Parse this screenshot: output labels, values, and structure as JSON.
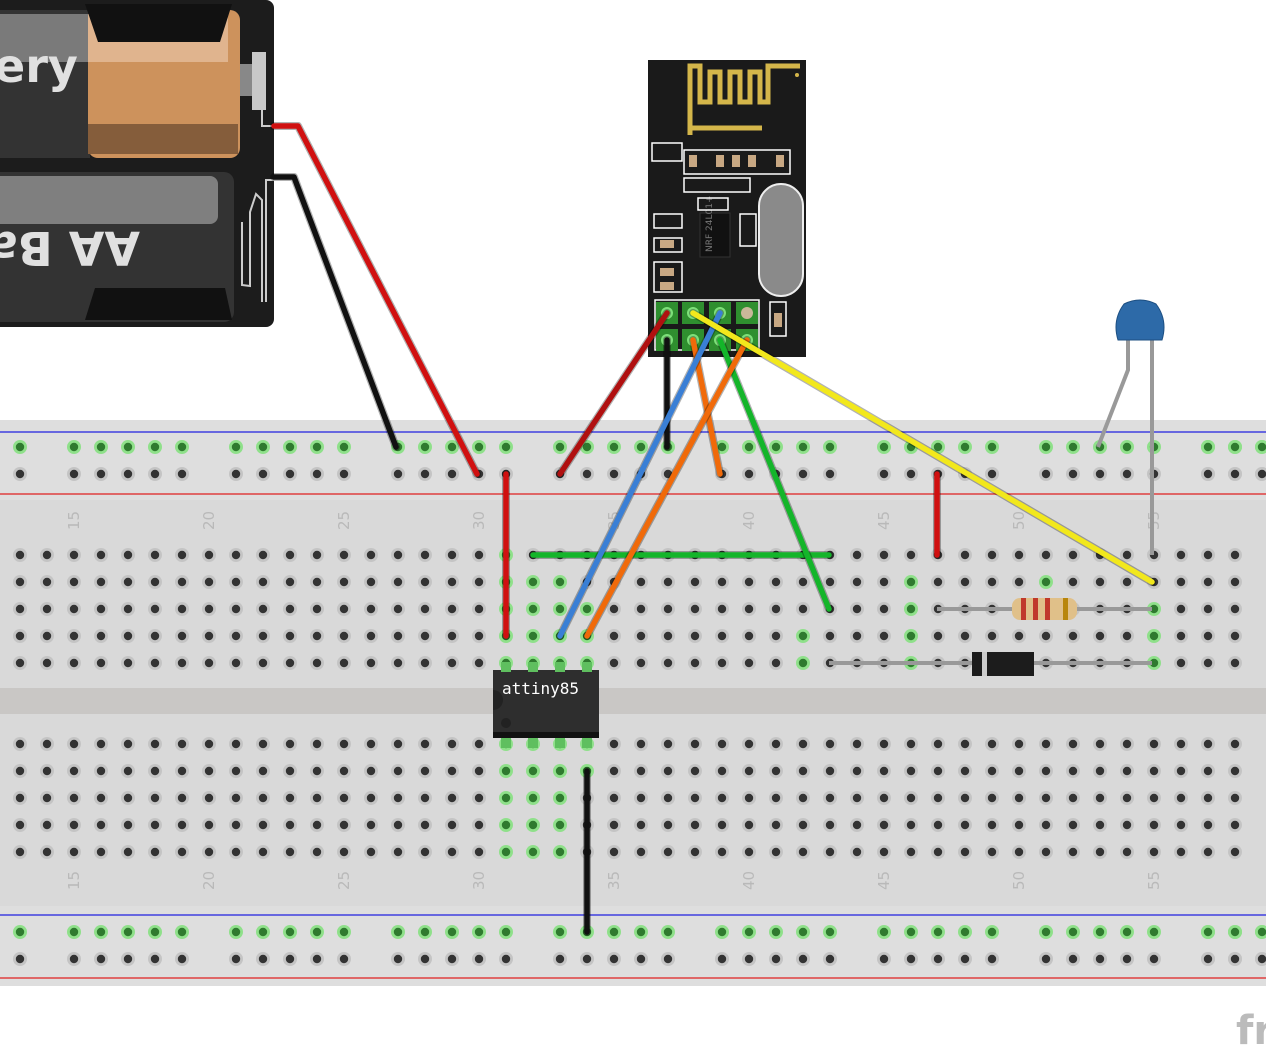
{
  "battery": {
    "label_top": "ery",
    "label_bottom": "AA Ba"
  },
  "rf_module": {
    "chip_label": "NRF 24L01+"
  },
  "microcontroller": {
    "label": "attiny85"
  },
  "breadboard": {
    "column_labels": [
      "15",
      "20",
      "25",
      "30",
      "35",
      "40",
      "45",
      "50",
      "55"
    ]
  },
  "logo": {
    "text": "fr"
  },
  "colors": {
    "red_wire": "#d01010",
    "black_wire": "#111111",
    "blue_wire": "#3a7fd5",
    "yellow_wire": "#f2e81c",
    "orange_wire": "#f06a0a",
    "green_wire": "#14b52a",
    "rail_blue": "#2020e0",
    "rail_red": "#e02020",
    "breadboard": "#d9d9d9"
  }
}
